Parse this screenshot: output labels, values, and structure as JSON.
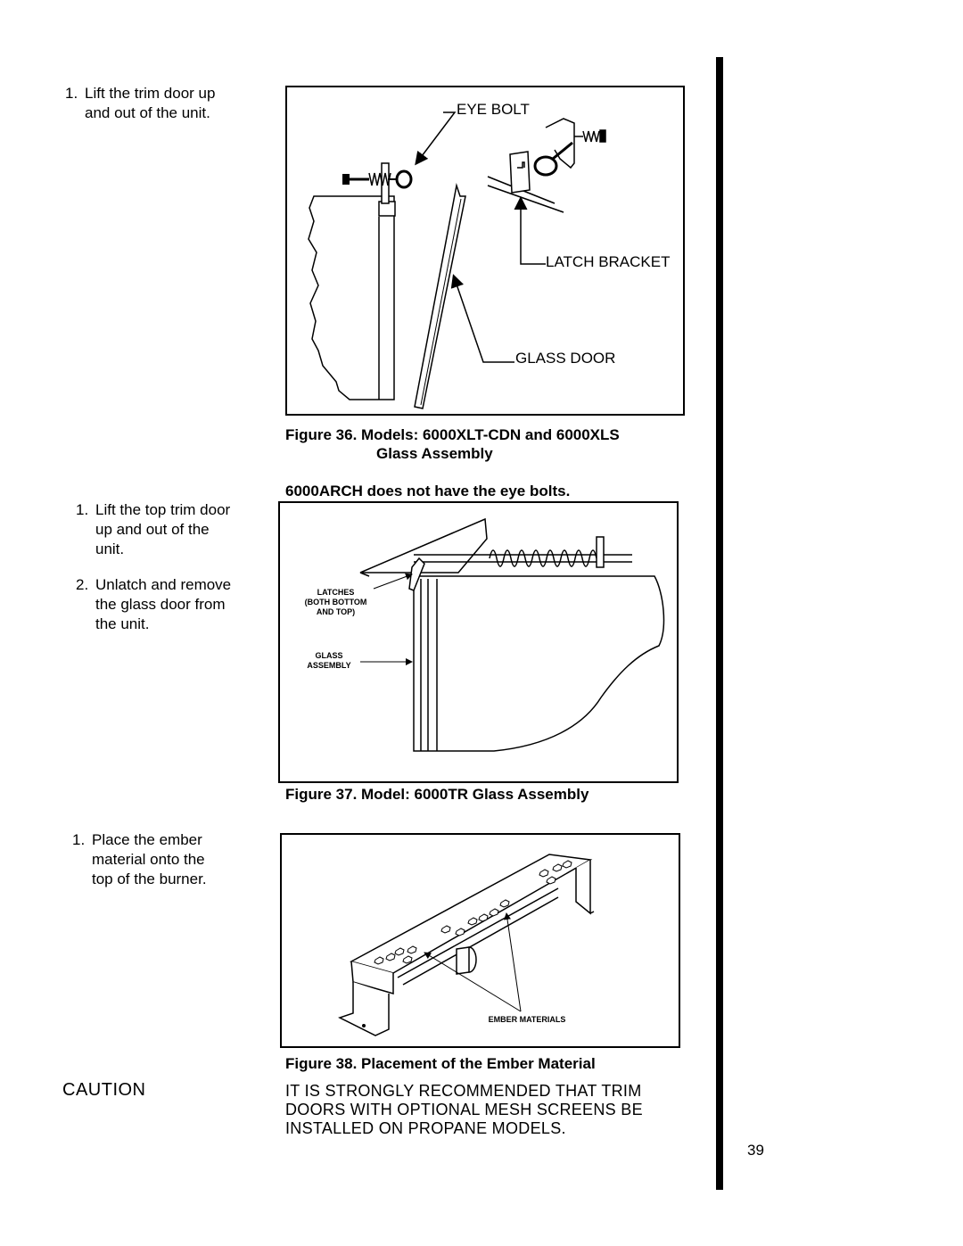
{
  "section1": {
    "steps": [
      {
        "num": "1.",
        "lines": [
          "Lift the trim door up",
          "and out of the unit."
        ]
      }
    ],
    "figure": {
      "labels": {
        "eye_bolt": "EYE BOLT",
        "latch_bracket": "LATCH BRACKET",
        "glass_door": "GLASS DOOR"
      },
      "caption_line1": "Figure 36.  Models: 6000XLT-CDN and 6000XLS",
      "caption_line2": "Glass Assembly"
    }
  },
  "section2": {
    "note": "6000ARCH does not have the eye bolts.",
    "steps": [
      {
        "num": "1.",
        "lines": [
          "Lift the top trim door",
          "up and out of the",
          "unit."
        ]
      },
      {
        "num": "2.",
        "lines": [
          "Unlatch and remove",
          "the glass door from",
          "the unit."
        ]
      }
    ],
    "figure": {
      "labels": {
        "latches": [
          "LATCHES",
          "(BOTH BOTTOM",
          "AND TOP)"
        ],
        "glass_assembly": [
          "GLASS",
          "ASSEMBLY"
        ]
      },
      "caption": "Figure 37.  Model: 6000TR Glass Assembly"
    }
  },
  "section3": {
    "steps": [
      {
        "num": "1.",
        "lines": [
          "Place the ember",
          "material onto the",
          "top of the burner."
        ]
      }
    ],
    "figure": {
      "labels": {
        "ember_materials": "EMBER MATERIALS"
      },
      "caption": "Figure 38. Placement of the Ember Material"
    }
  },
  "caution": {
    "heading": "CAUTION",
    "lines": [
      "IT IS STRONGLY RECOMMENDED THAT TRIM",
      "DOORS WITH OPTIONAL MESH SCREENS BE",
      "INSTALLED ON PROPANE MODELS."
    ]
  },
  "page_number": "39"
}
